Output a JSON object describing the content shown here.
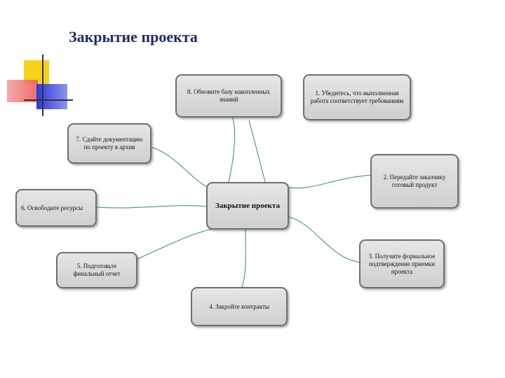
{
  "title": "Закрытие проекта",
  "colors": {
    "title": "#1f2a6b",
    "yellow": "#f7d21a",
    "red": "#f06a6a",
    "blue": "#2b3ad6",
    "line": "#2d8a8a"
  },
  "center": "Закрытие проекта",
  "nodes": {
    "n1": "1. Убедитесь, что выполненная работа соответствует требованиям",
    "n2": "2. Передайте заказчику готовый продукт",
    "n3": "3. Получите формальное подтверждение приемки проекта",
    "n4": "4. Закройте контракты",
    "n5": "5. Подготовьте финальный отчет",
    "n6": "6. Освободите ресурсы",
    "n7": "7. Сдайте документацию по проекту в архив",
    "n8": "8. Обновите базу накопленных знаний"
  }
}
